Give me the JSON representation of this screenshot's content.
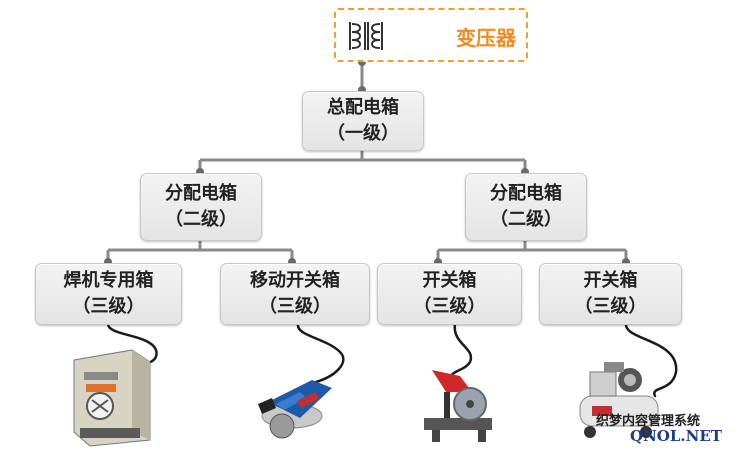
{
  "transformer": {
    "label": "变压器",
    "icon": "transformer-coil-icon",
    "border_color": "#f0a030",
    "label_color": "#f08c1e"
  },
  "level1": {
    "name": "总配电箱",
    "level": "（一级）"
  },
  "level2": [
    {
      "name": "分配电箱",
      "level": "（二级）"
    },
    {
      "name": "分配电箱",
      "level": "（二级）"
    }
  ],
  "level3": [
    {
      "name": "焊机专用箱",
      "level": "（三级）",
      "device": "welding-machine-icon"
    },
    {
      "name": "移动开关箱",
      "level": "（三级）",
      "device": "power-tool-icon"
    },
    {
      "name": "开关箱",
      "level": "（三级）",
      "device": "cutting-machine-icon"
    },
    {
      "name": "开关箱",
      "level": "（三级）",
      "device": "air-compressor-icon"
    }
  ],
  "connector_color": "#8a8a8a",
  "watermark": {
    "line1": "织梦内容管理系统",
    "line2": "QNOL.NET"
  }
}
